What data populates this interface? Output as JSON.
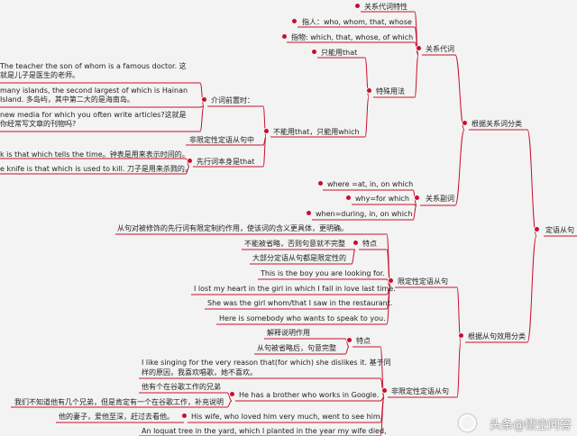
{
  "root": "定语从句",
  "by_relative": {
    "label": "根据关系词分类",
    "pronoun": {
      "label": "关系代词",
      "props": "关系代词特性",
      "person": "指人：who, whom, that, whose",
      "thing": "指物: which, that, whose, of which",
      "special": "特殊用法",
      "only_that": "只能用that",
      "only_which": "不能用that，只能用which",
      "after_prep": "介词前置时：",
      "ex_whom": "The teacher the son of whom is a famous doctor. 这就是儿子是医生的老师。",
      "ex_islands": "many islands, the second largest of which is Hainan Island. 多岛屿，其中第二大的是海南岛。",
      "ex_media": "new media for which you often write articles?这就是你经常写文章的刊物吗?",
      "nonrestrictive": "非限定性定语从句中",
      "that_as_antecedent": "先行词本身是that",
      "ex_that_time": "k is that which tells the time。钟表是用来表示时间的。",
      "ex_that_knife": "e knife is that which is used to kill. 刀子是用来杀戮的。"
    },
    "adverb": {
      "label": "关系副词",
      "where": "where =at, in, on which",
      "why": "why=for which",
      "when": "when=during, in, on which"
    }
  },
  "by_function": {
    "label": "根据从句效用分类",
    "restrictive": {
      "label": "限定性定语从句",
      "desc": "从句对被修饰的先行词有限定制约作用，使该词的含义更具体，更明确。",
      "features": "特点",
      "feat1": "不能被省略，否则句意就不完整",
      "feat2": "大部分定语从句都是限定性的",
      "ex1": "This is the boy you are looking for.",
      "ex2": "I lost my heart in the girl in which I fall in love last time.",
      "ex3": "She was the girl whom/that I saw in the restaurant.",
      "ex4": "Here is somebody  who wants to speak to you."
    },
    "nonrestrictive": {
      "label": "非限定性定语从句",
      "features": "特点",
      "feat1": "解释说明作用",
      "feat2": "从句被省略后，句意完整",
      "ex_singing_1": "I like singing for the very reason that(for which) she dislikes it. 基于同",
      "ex_singing_2": "样的原因，我喜欢唱歌，她不喜欢。",
      "ex_google": "He has a brother who works in Google.",
      "ex_google_cn1": "他有个在谷歌工作的兄弟",
      "ex_google_cn2": "我们不知道他有几个兄弟，但是肯定有一个在谷歌工作，补充说明",
      "ex_wife": "His wife, who loved him very much, went to see him.",
      "ex_wife_cn": "他的妻子，爱他至深，赶过去看他。",
      "ex_loquat": "An loquat tree in the yard, which I planted in the year my wife died,"
    }
  },
  "watermark": "头条@悟空问答",
  "colors": {
    "line": "#c8102e",
    "dot": "#c8102e",
    "background": "#f3f3f3"
  }
}
